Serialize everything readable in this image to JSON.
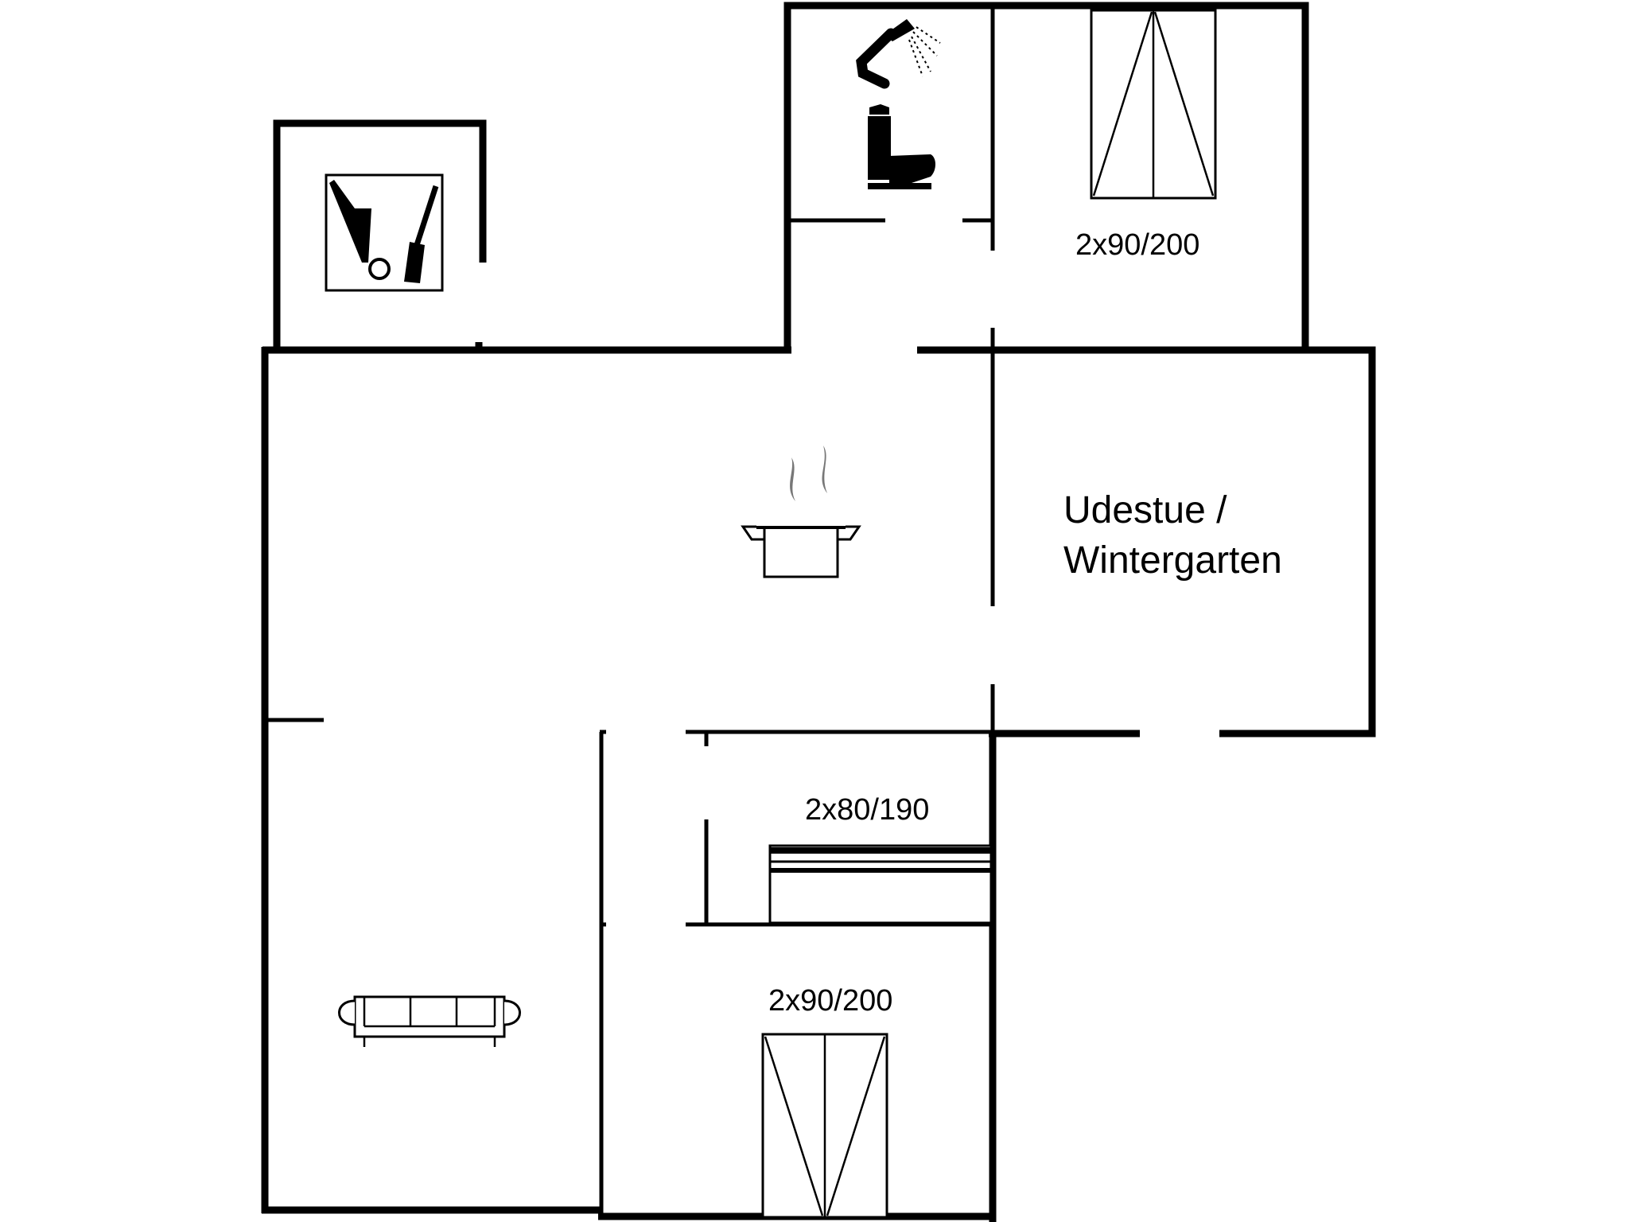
{
  "rooms": {
    "sunroom": {
      "line1": "Udestue /",
      "line2": "Wintergarten"
    }
  },
  "beds": {
    "top_right": "2x90/200",
    "middle": "2x80/190",
    "bottom": "2x90/200"
  },
  "icons": [
    "utility-room-icon",
    "shower-icon",
    "toilet-icon",
    "kitchen-pot-icon",
    "sofa-icon",
    "double-bed-icon",
    "bunk-bed-icon"
  ]
}
